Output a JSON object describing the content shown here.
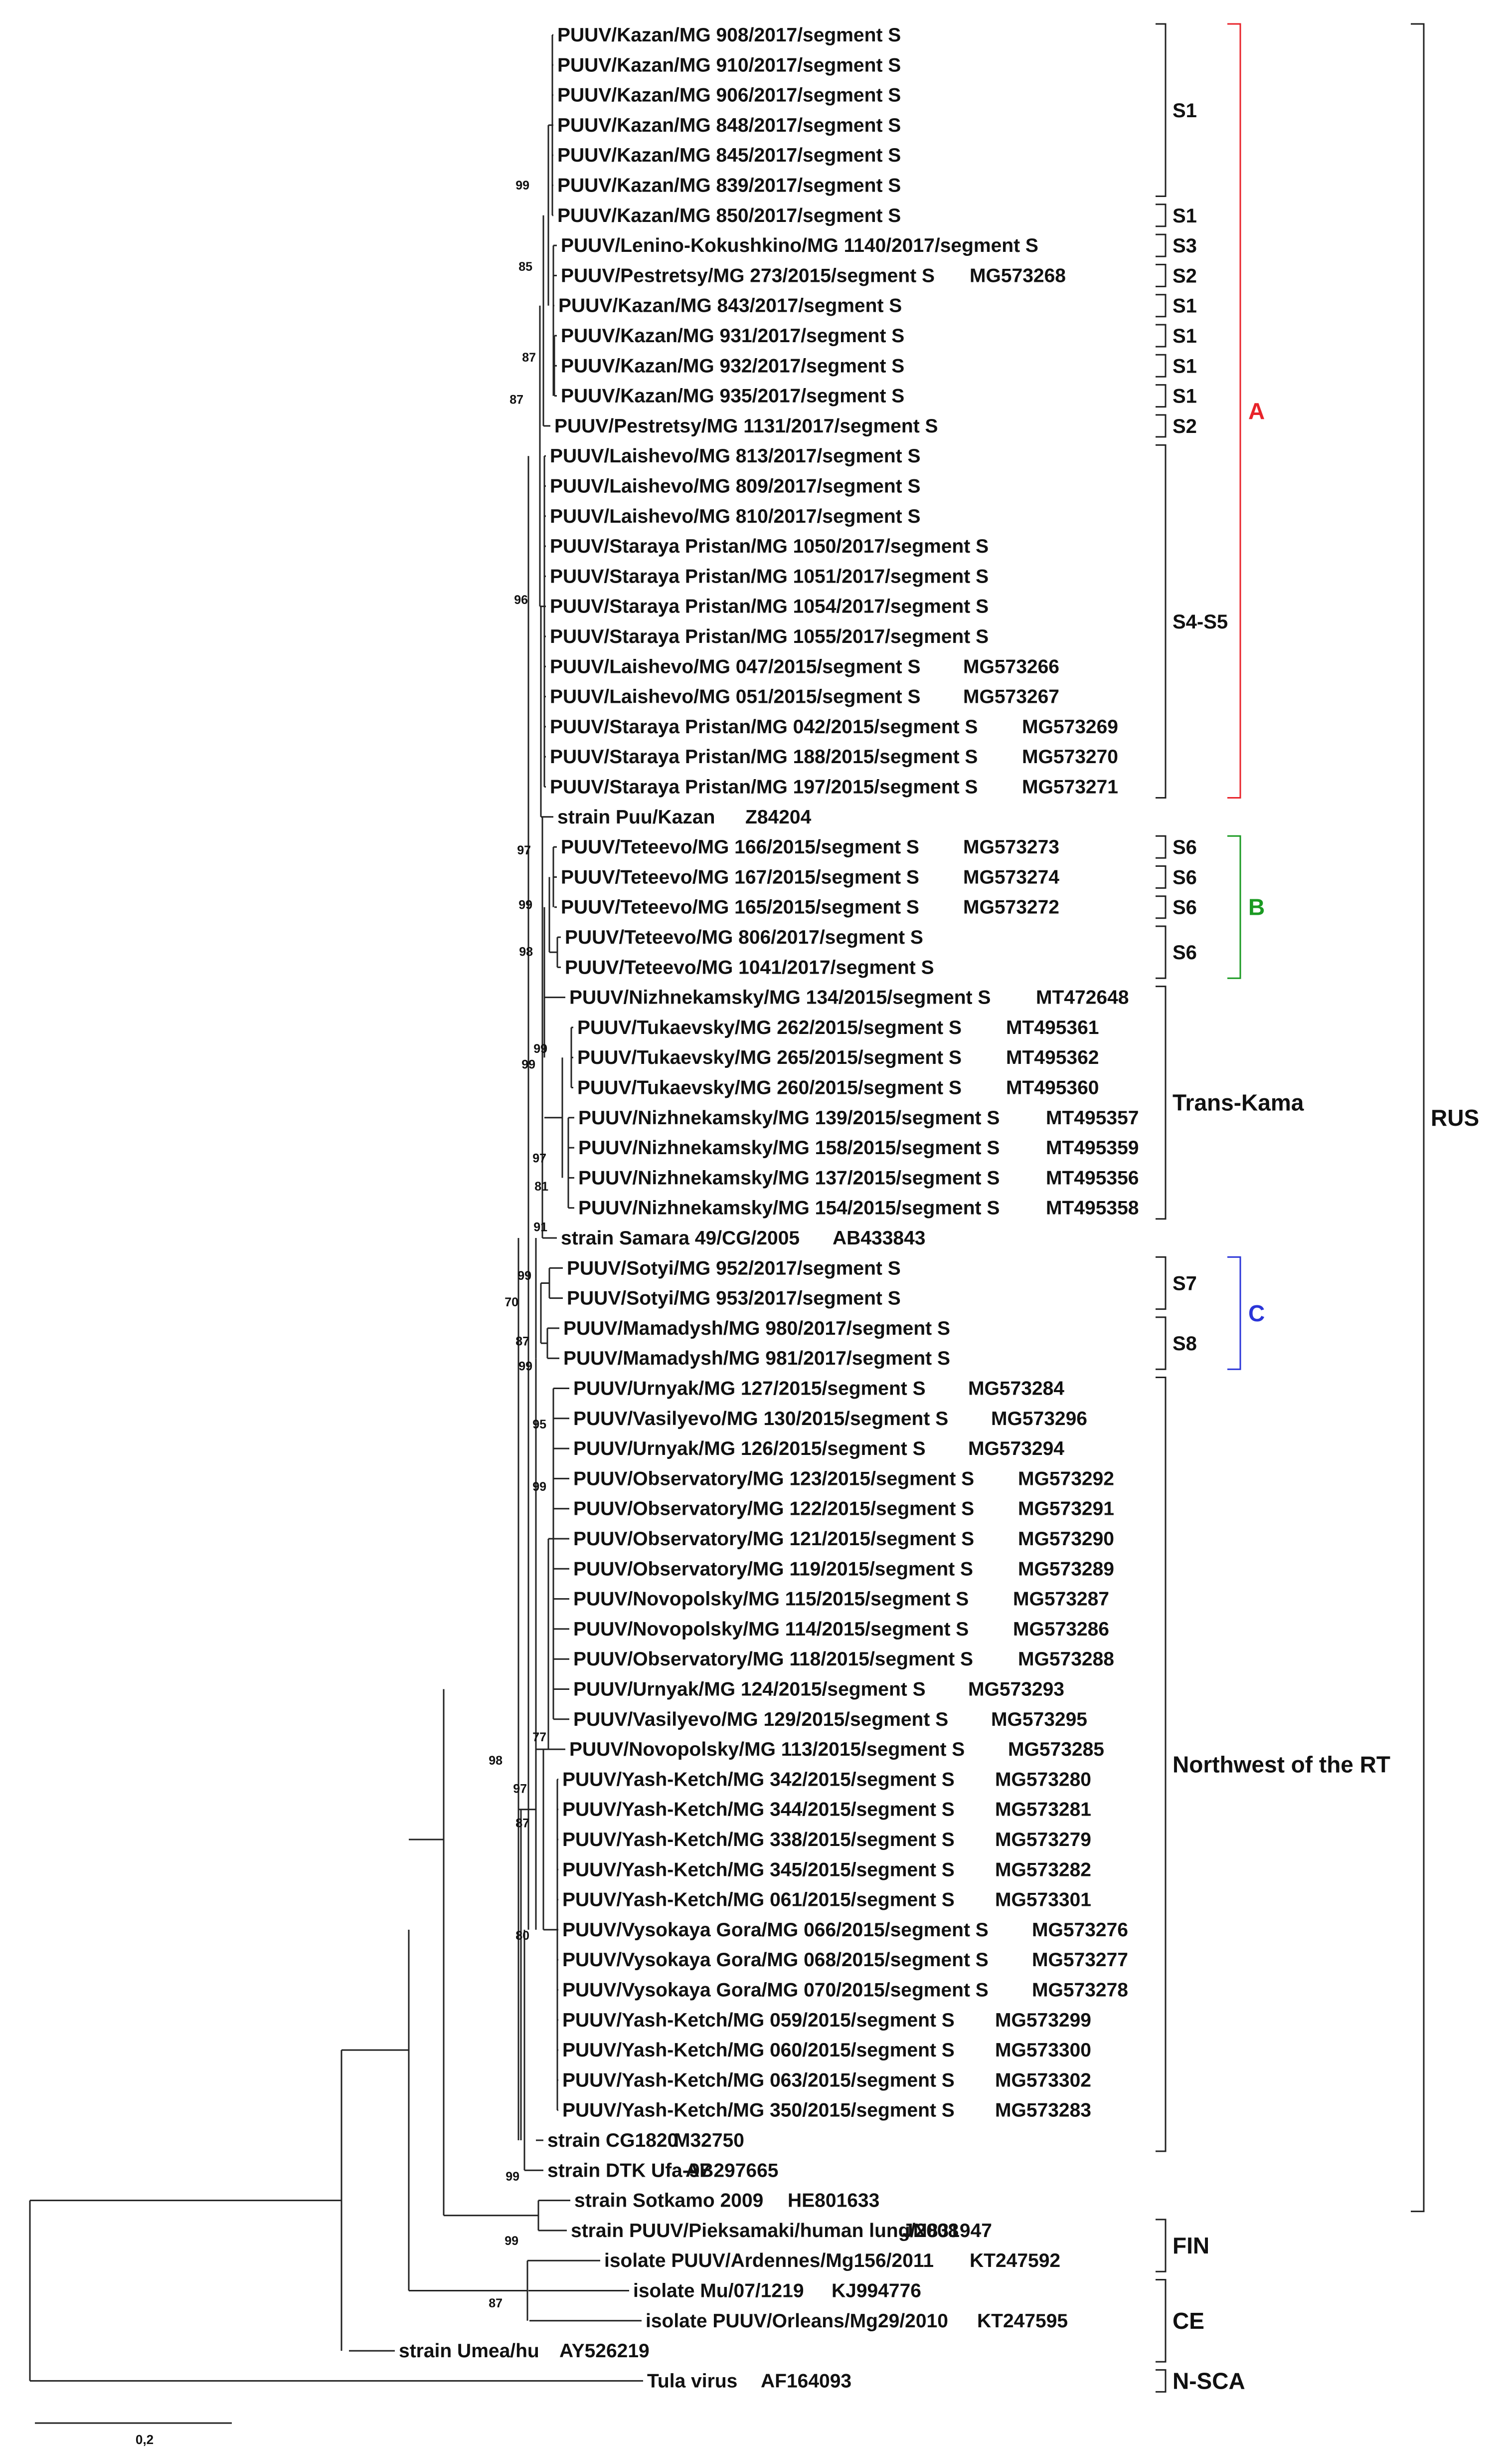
{
  "leaves": [
    {
      "name": "PUUV/Kazan/MG 908/2017/segment S",
      "acc": ""
    },
    {
      "name": "PUUV/Kazan/MG 910/2017/segment S",
      "acc": ""
    },
    {
      "name": "PUUV/Kazan/MG 906/2017/segment S",
      "acc": ""
    },
    {
      "name": "PUUV/Kazan/MG 848/2017/segment S",
      "acc": ""
    },
    {
      "name": "PUUV/Kazan/MG 845/2017/segment S",
      "acc": ""
    },
    {
      "name": "PUUV/Kazan/MG 839/2017/segment S",
      "acc": ""
    },
    {
      "name": "PUUV/Kazan/MG 850/2017/segment S",
      "acc": ""
    },
    {
      "name": "PUUV/Lenino-Kokushkino/MG 1140/2017/segment S",
      "acc": ""
    },
    {
      "name": "PUUV/Pestretsy/MG 273/2015/segment S",
      "acc": "MG573268"
    },
    {
      "name": "PUUV/Kazan/MG 843/2017/segment S",
      "acc": ""
    },
    {
      "name": "PUUV/Kazan/MG 931/2017/segment S",
      "acc": ""
    },
    {
      "name": "PUUV/Kazan/MG 932/2017/segment S",
      "acc": ""
    },
    {
      "name": "PUUV/Kazan/MG 935/2017/segment S",
      "acc": ""
    },
    {
      "name": "PUUV/Pestretsy/MG 1131/2017/segment S",
      "acc": ""
    },
    {
      "name": "PUUV/Laishevo/MG 813/2017/segment S",
      "acc": ""
    },
    {
      "name": "PUUV/Laishevo/MG 809/2017/segment S",
      "acc": ""
    },
    {
      "name": "PUUV/Laishevo/MG 810/2017/segment S",
      "acc": ""
    },
    {
      "name": "PUUV/Staraya Pristan/MG 1050/2017/segment S",
      "acc": ""
    },
    {
      "name": "PUUV/Staraya Pristan/MG 1051/2017/segment S",
      "acc": ""
    },
    {
      "name": "PUUV/Staraya Pristan/MG 1054/2017/segment S",
      "acc": ""
    },
    {
      "name": "PUUV/Staraya Pristan/MG 1055/2017/segment S",
      "acc": ""
    },
    {
      "name": "PUUV/Laishevo/MG 047/2015/segment S",
      "acc": "MG573266"
    },
    {
      "name": "PUUV/Laishevo/MG 051/2015/segment S",
      "acc": "MG573267"
    },
    {
      "name": "PUUV/Staraya Pristan/MG 042/2015/segment S",
      "acc": "MG573269"
    },
    {
      "name": "PUUV/Staraya Pristan/MG 188/2015/segment S",
      "acc": "MG573270"
    },
    {
      "name": "PUUV/Staraya Pristan/MG 197/2015/segment S",
      "acc": "MG573271"
    },
    {
      "name": "strain Puu/Kazan",
      "acc": "Z84204"
    },
    {
      "name": "PUUV/Teteevo/MG 166/2015/segment S",
      "acc": "MG573273"
    },
    {
      "name": "PUUV/Teteevo/MG 167/2015/segment S",
      "acc": "MG573274"
    },
    {
      "name": "PUUV/Teteevo/MG 165/2015/segment S",
      "acc": "MG573272"
    },
    {
      "name": "PUUV/Teteevo/MG 806/2017/segment S",
      "acc": ""
    },
    {
      "name": "PUUV/Teteevo/MG 1041/2017/segment S",
      "acc": ""
    },
    {
      "name": "PUUV/Nizhnekamsky/MG 134/2015/segment S",
      "acc": "MT472648"
    },
    {
      "name": "PUUV/Tukaevsky/MG 262/2015/segment S",
      "acc": "MT495361"
    },
    {
      "name": "PUUV/Tukaevsky/MG 265/2015/segment S",
      "acc": "MT495362"
    },
    {
      "name": "PUUV/Tukaevsky/MG 260/2015/segment S",
      "acc": "MT495360"
    },
    {
      "name": "PUUV/Nizhnekamsky/MG 139/2015/segment S",
      "acc": "MT495357"
    },
    {
      "name": "PUUV/Nizhnekamsky/MG 158/2015/segment S",
      "acc": "MT495359"
    },
    {
      "name": "PUUV/Nizhnekamsky/MG 137/2015/segment S",
      "acc": "MT495356"
    },
    {
      "name": "PUUV/Nizhnekamsky/MG 154/2015/segment S",
      "acc": "MT495358"
    },
    {
      "name": "strain Samara 49/CG/2005",
      "acc": "AB433843"
    },
    {
      "name": "PUUV/Sotyi/MG 952/2017/segment S",
      "acc": ""
    },
    {
      "name": "PUUV/Sotyi/MG 953/2017/segment S",
      "acc": ""
    },
    {
      "name": "PUUV/Mamadysh/MG 980/2017/segment S",
      "acc": ""
    },
    {
      "name": "PUUV/Mamadysh/MG 981/2017/segment S",
      "acc": ""
    },
    {
      "name": "PUUV/Urnyak/MG 127/2015/segment S",
      "acc": "MG573284"
    },
    {
      "name": "PUUV/Vasilyevo/MG 130/2015/segment S",
      "acc": "MG573296"
    },
    {
      "name": "PUUV/Urnyak/MG 126/2015/segment S",
      "acc": "MG573294"
    },
    {
      "name": "PUUV/Observatory/MG 123/2015/segment S",
      "acc": "MG573292"
    },
    {
      "name": "PUUV/Observatory/MG 122/2015/segment S",
      "acc": "MG573291"
    },
    {
      "name": "PUUV/Observatory/MG 121/2015/segment S",
      "acc": "MG573290"
    },
    {
      "name": "PUUV/Observatory/MG 119/2015/segment S",
      "acc": "MG573289"
    },
    {
      "name": "PUUV/Novopolsky/MG 115/2015/segment S",
      "acc": "MG573287"
    },
    {
      "name": "PUUV/Novopolsky/MG 114/2015/segment S",
      "acc": "MG573286"
    },
    {
      "name": "PUUV/Observatory/MG 118/2015/segment S",
      "acc": "MG573288"
    },
    {
      "name": "PUUV/Urnyak/MG 124/2015/segment S",
      "acc": "MG573293"
    },
    {
      "name": "PUUV/Vasilyevo/MG 129/2015/segment S",
      "acc": "MG573295"
    },
    {
      "name": "PUUV/Novopolsky/MG 113/2015/segment S",
      "acc": "MG573285"
    },
    {
      "name": "PUUV/Yash-Ketch/MG 342/2015/segment S",
      "acc": "MG573280"
    },
    {
      "name": "PUUV/Yash-Ketch/MG 344/2015/segment S",
      "acc": "MG573281"
    },
    {
      "name": "PUUV/Yash-Ketch/MG 338/2015/segment S",
      "acc": "MG573279"
    },
    {
      "name": "PUUV/Yash-Ketch/MG 345/2015/segment S",
      "acc": "MG573282"
    },
    {
      "name": "PUUV/Yash-Ketch/MG 061/2015/segment S",
      "acc": "MG573301"
    },
    {
      "name": "PUUV/Vysokaya Gora/MG 066/2015/segment S",
      "acc": "MG573276"
    },
    {
      "name": "PUUV/Vysokaya Gora/MG 068/2015/segment S",
      "acc": "MG573277"
    },
    {
      "name": "PUUV/Vysokaya Gora/MG 070/2015/segment S",
      "acc": "MG573278"
    },
    {
      "name": "PUUV/Yash-Ketch/MG 059/2015/segment S",
      "acc": "MG573299"
    },
    {
      "name": "PUUV/Yash-Ketch/MG 060/2015/segment S",
      "acc": "MG573300"
    },
    {
      "name": "PUUV/Yash-Ketch/MG 063/2015/segment S",
      "acc": "MG573302"
    },
    {
      "name": "PUUV/Yash-Ketch/MG 350/2015/segment S",
      "acc": "MG573283"
    },
    {
      "name": "strain CG1820",
      "acc": "M32750"
    },
    {
      "name": "strain DTK Ufa-97",
      "acc": "AB297665"
    },
    {
      "name": "strain Sotkamo 2009",
      "acc": "HE801633"
    },
    {
      "name": "strain PUUV/Pieksamaki/human lung/2008",
      "acc": "JN831947"
    },
    {
      "name": "isolate PUUV/Ardennes/Mg156/2011",
      "acc": "KT247592"
    },
    {
      "name": "isolate Mu/07/1219",
      "acc": "KJ994776"
    },
    {
      "name": "isolate PUUV/Orleans/Mg29/2010",
      "acc": "KT247595"
    },
    {
      "name": "strain Umea/hu",
      "acc": "AY526219"
    },
    {
      "name": "Tula virus",
      "acc": "AF164093"
    }
  ],
  "bootstrap": [
    "99",
    "85",
    "87",
    "87",
    "96",
    "97",
    "99",
    "98",
    "99",
    "99",
    "97",
    "81",
    "91",
    "99",
    "70",
    "87",
    "99",
    "95",
    "99",
    "77",
    "98",
    "97",
    "87",
    "80",
    "99",
    "99",
    "87"
  ],
  "subclades": [
    "S1",
    "S1",
    "S3",
    "S2",
    "S1",
    "S1",
    "S1",
    "S1",
    "S2",
    "S4-S5",
    "S6",
    "S6",
    "S6",
    "S6",
    "S7",
    "S8"
  ],
  "clades": [
    {
      "label": "A",
      "color": "#e8232a"
    },
    {
      "label": "B",
      "color": "#1a9a22"
    },
    {
      "label": "C",
      "color": "#2a35d8"
    }
  ],
  "groups": [
    "Trans-Kama",
    "Northwest of the RT",
    "RUS",
    "FIN",
    "CE",
    "N-SCA"
  ],
  "scale_label": "0,2"
}
